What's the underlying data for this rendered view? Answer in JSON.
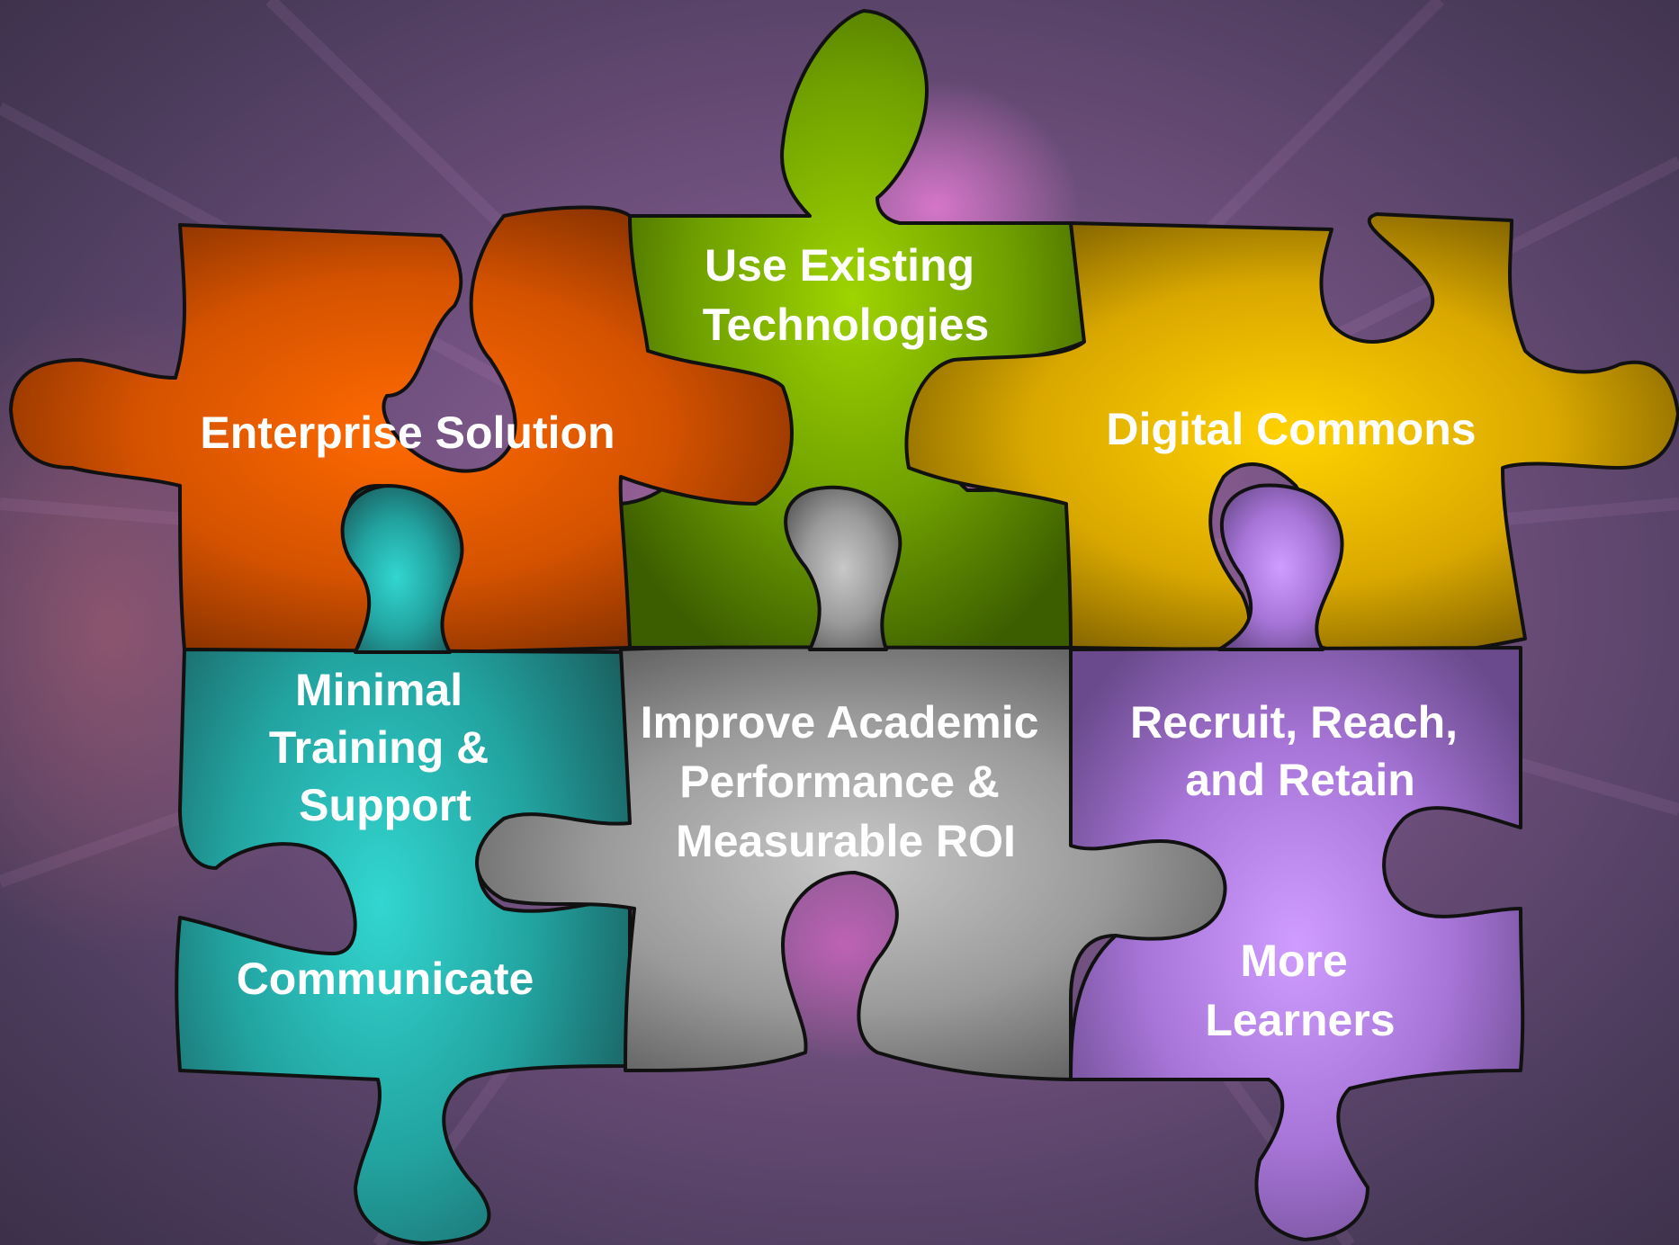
{
  "pieces": [
    {
      "name": "enterprise-solution",
      "lines": [
        "Enterprise Solution"
      ],
      "colors": {
        "light": "#ff6a00",
        "mid": "#d45200",
        "dark": "#7a2c00"
      }
    },
    {
      "name": "use-existing-technologies",
      "lines": [
        "Use Existing",
        "Technologies"
      ],
      "colors": {
        "light": "#9fd400",
        "mid": "#6fa000",
        "dark": "#3d5e00"
      }
    },
    {
      "name": "digital-commons",
      "lines": [
        "Digital Commons"
      ],
      "colors": {
        "light": "#ffd200",
        "mid": "#d9a800",
        "dark": "#6f5400"
      }
    },
    {
      "name": "minimal-training-support",
      "lines": [
        "Minimal",
        "Training &",
        "Support"
      ],
      "colors": {
        "light": "#33d6d0",
        "mid": "#22a3a0",
        "dark": "#1a6060"
      }
    },
    {
      "name": "improve-academic-performance",
      "lines": [
        "Improve Academic",
        "Performance &",
        "Measurable ROI"
      ],
      "colors": {
        "light": "#c8c8c8",
        "mid": "#9a9a9a",
        "dark": "#5a5a5a"
      }
    },
    {
      "name": "recruit-reach-retain",
      "lines": [
        "Recruit, Reach,",
        "and Retain"
      ],
      "colors": {
        "light": "#cf9cff",
        "mid": "#a775d8",
        "dark": "#6a4a8c"
      }
    },
    {
      "name": "communicate",
      "lines": [
        "Communicate"
      ],
      "colors": {
        "light": "#33d6d0",
        "mid": "#22a3a0",
        "dark": "#1a6060"
      }
    },
    {
      "name": "more-learners",
      "lines": [
        "More",
        "Learners"
      ],
      "colors": {
        "light": "#cf9cff",
        "mid": "#a775d8",
        "dark": "#6a4a8c"
      }
    }
  ]
}
